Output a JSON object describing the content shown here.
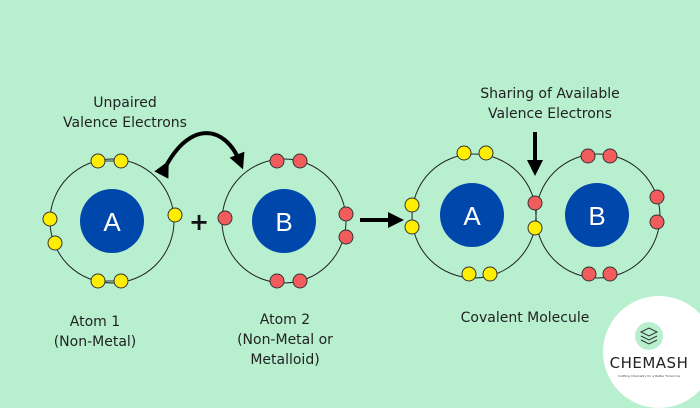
{
  "labels": {
    "unpaired": [
      "Unpaired",
      "Valence Electrons"
    ],
    "sharing": [
      "Sharing of Available",
      "Valence Electrons"
    ],
    "atom1": [
      "Atom 1",
      "(Non-Metal)"
    ],
    "atom2": [
      "Atom 2",
      "(Non-Metal or",
      "Metalloid)"
    ],
    "molecule": "Covalent Molecule"
  },
  "atoms": {
    "a": "A",
    "b": "B"
  },
  "plus": "+",
  "logo": {
    "name": "CHEMASH",
    "tagline": "Crafting Chemistry for a Better Tomorrow"
  },
  "colors": {
    "background": "#b8f0cf",
    "nucleus": "#0047ab",
    "atom_a_electron": "#ffee00",
    "atom_b_electron": "#f25c5c"
  }
}
